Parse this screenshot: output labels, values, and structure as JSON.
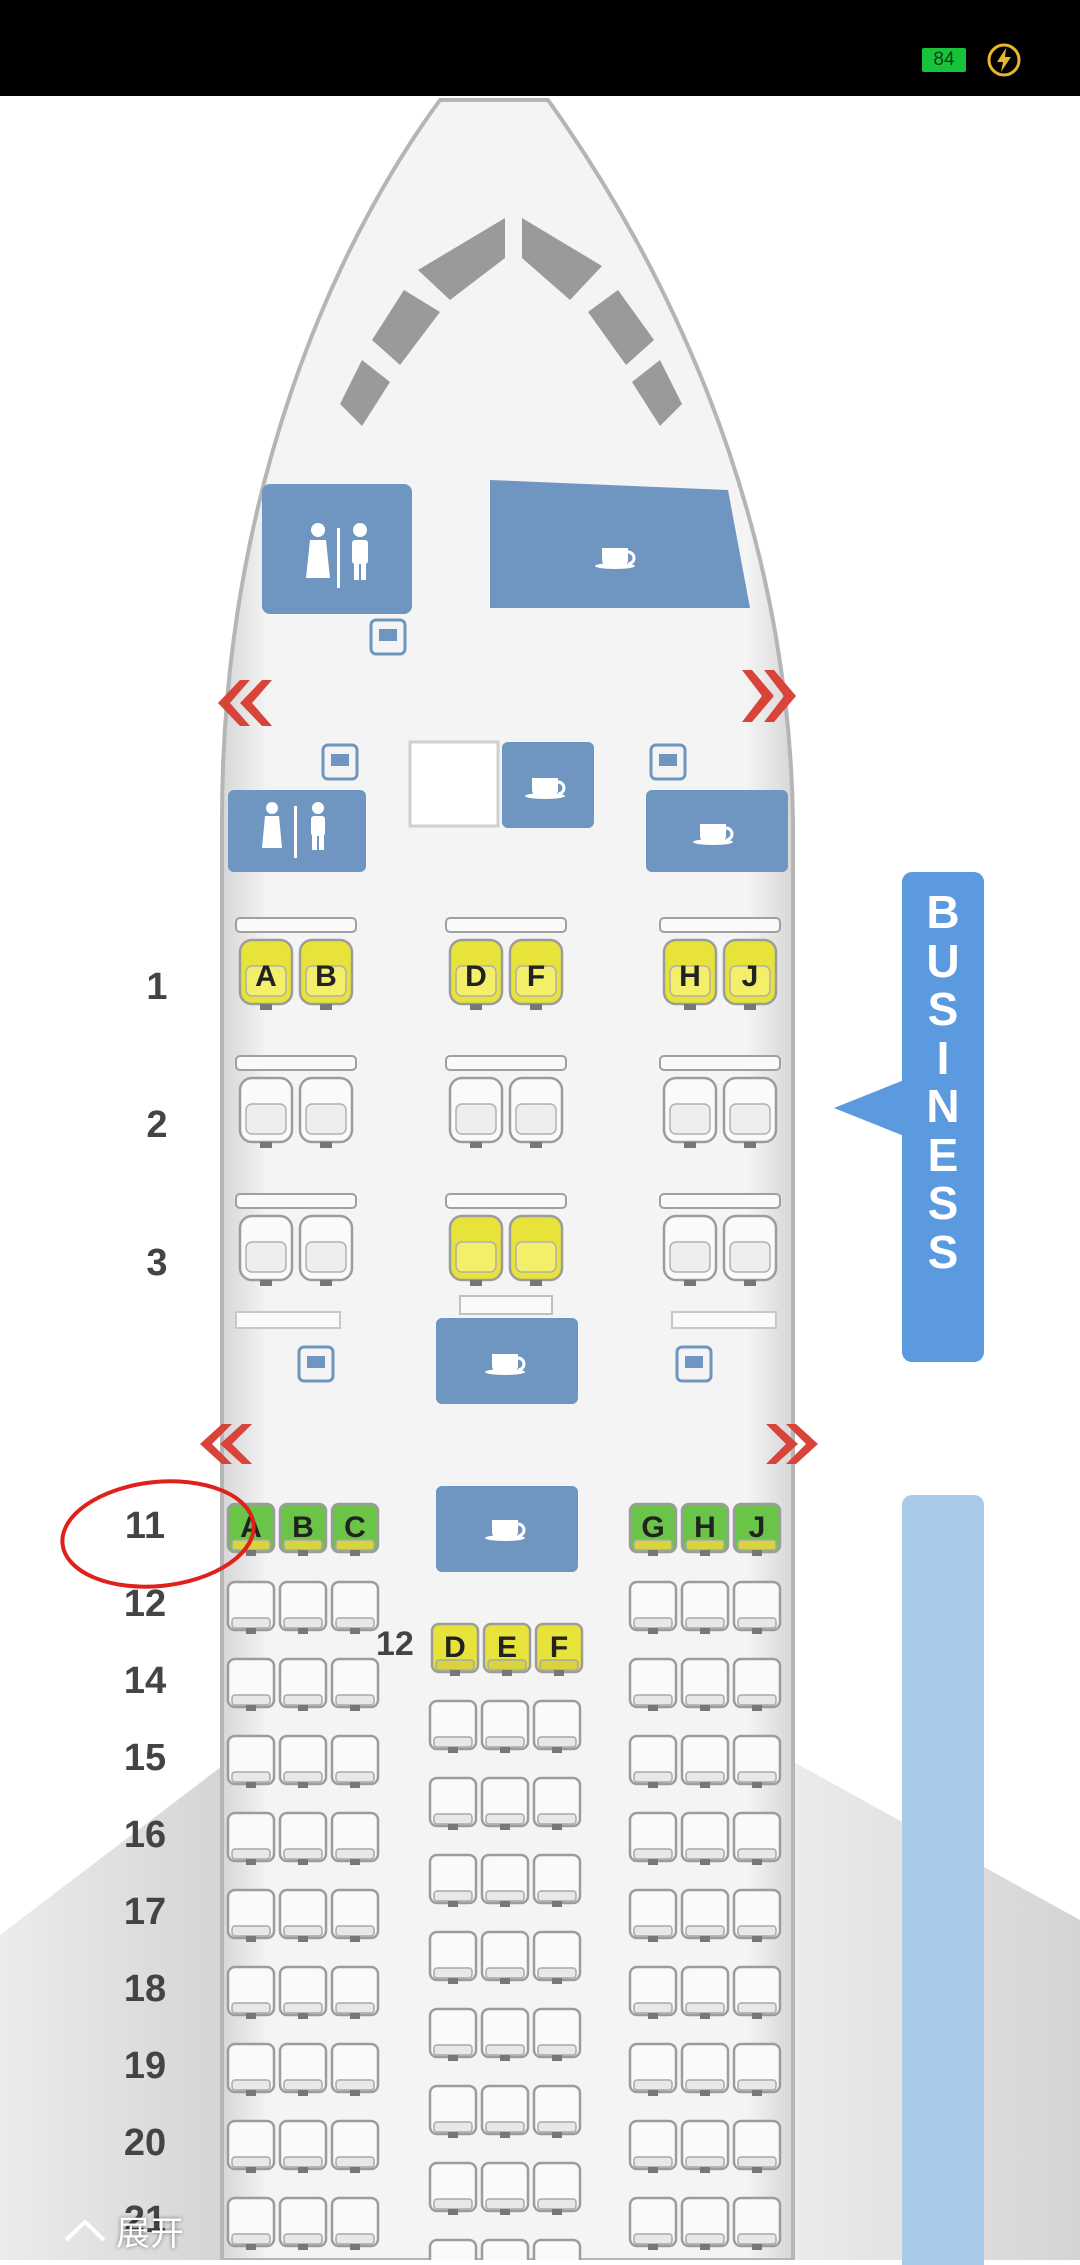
{
  "status_bar": {
    "battery_level": "84"
  },
  "seat_map": {
    "business_rows": [
      {
        "row": "1",
        "left": [
          "A",
          "B"
        ],
        "middle": [
          "D",
          "F"
        ],
        "right": [
          "H",
          "J"
        ],
        "highlight_left": "yellow",
        "highlight_middle": "yellow",
        "highlight_right": "yellow"
      },
      {
        "row": "2",
        "left": [
          "",
          ""
        ],
        "middle": [
          "",
          ""
        ],
        "right": [
          "",
          ""
        ]
      },
      {
        "row": "3",
        "left": [
          "",
          ""
        ],
        "middle": [
          "",
          ""
        ],
        "right": [
          "",
          ""
        ],
        "highlight_middle": "yellow"
      }
    ],
    "economy_first_row": {
      "row": "11",
      "left": [
        "A",
        "B",
        "C"
      ],
      "right": [
        "G",
        "H",
        "J"
      ],
      "highlight": "green"
    },
    "row_12_center": {
      "label": "12",
      "seats": [
        "D",
        "E",
        "F"
      ],
      "highlight": "yellow"
    },
    "economy_row_labels": [
      "12",
      "14",
      "15",
      "16",
      "17",
      "18",
      "19",
      "20",
      "21"
    ],
    "cabin_label": [
      "B",
      "U",
      "S",
      "I",
      "N",
      "E",
      "S",
      "S"
    ]
  },
  "colors": {
    "galley_blue": "#6f95c1",
    "exit_arrow": "#d9443a",
    "business_banner": "#5c9ae0",
    "economy_banner": "#a9c9ea",
    "seat_yellow": "#e8e33a",
    "seat_green": "#69c447",
    "annotation_circle": "#e0201b"
  },
  "bottom_bar": {
    "expand_label": "展开"
  }
}
